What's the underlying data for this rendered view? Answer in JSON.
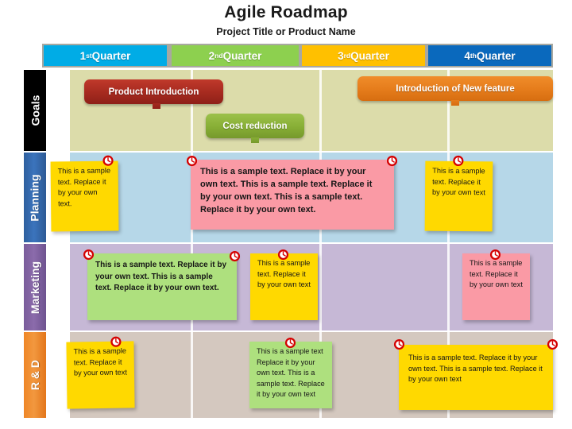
{
  "titles": {
    "main": "Agile Roadmap",
    "sub": "Project Title or Product Name"
  },
  "quarters": [
    {
      "label": "1",
      "ordinal": "st",
      "suffix": " Quarter",
      "color": "#00ace6"
    },
    {
      "label": "2",
      "ordinal": "nd",
      "suffix": " Quarter",
      "color": "#8dd04f"
    },
    {
      "label": "3",
      "ordinal": "rd",
      "suffix": " Quarter",
      "color": "#ffc000"
    },
    {
      "label": "4",
      "ordinal": "th",
      "suffix": " Quarter",
      "color": "#0a69bd"
    }
  ],
  "rows": [
    {
      "label": "Goals",
      "band_color": "#000000",
      "lane_color": "#dcdcaa"
    },
    {
      "label": "Planning",
      "band_color": "#3b74bd",
      "lane_color": "#b6d7e8"
    },
    {
      "label": "Marketing",
      "band_color": "#8b6bab",
      "lane_color": "#c6b8d6"
    },
    {
      "label": "R & D",
      "band_color": "#f2983f",
      "lane_color": "#d4c8bf"
    }
  ],
  "goals": [
    {
      "text": "Product Introduction",
      "color": "#a52a1f"
    },
    {
      "text": "Introduction of New feature",
      "color": "#e57c1b"
    },
    {
      "text": "Cost reduction",
      "color": "#87ae35"
    }
  ],
  "notes": {
    "planning": [
      {
        "text": "This is a sample text. Replace it by your own text.",
        "color": "#ffd900",
        "pins": 1
      },
      {
        "text": "This is a sample text. Replace it by your own text. This is a sample text. Replace it by your own text. This is a sample text. Replace it by your own text.",
        "color": "#fa9aa5",
        "pins": 2
      },
      {
        "text": "This is a sample text. Replace it by your own text",
        "color": "#ffd900",
        "pins": 1
      }
    ],
    "marketing": [
      {
        "text": "This is a sample text. Replace it by your own text. This is a sample text. Replace it by your own text.",
        "color": "#aee07e",
        "pins": 2
      },
      {
        "text": "This is a sample text. Replace it by your own text",
        "color": "#ffd900",
        "pins": 1
      },
      {
        "text": "This is a sample text. Replace it by your own text",
        "color": "#fa9aa5",
        "pins": 1
      }
    ],
    "rd": [
      {
        "text": "This is a sample text. Replace it by your own text",
        "color": "#ffd900",
        "pins": 1
      },
      {
        "text": "This is a sample text Replace it by your own text. This is a sample text. Replace it by your own text",
        "color": "#aee07e",
        "pins": 1
      },
      {
        "text": "This is a sample text. Replace it by your own text. This is a sample text. Replace it by your own text",
        "color": "#ffd900",
        "pins": 2
      }
    ]
  },
  "icons": {
    "pin": "clock-pin-icon"
  }
}
